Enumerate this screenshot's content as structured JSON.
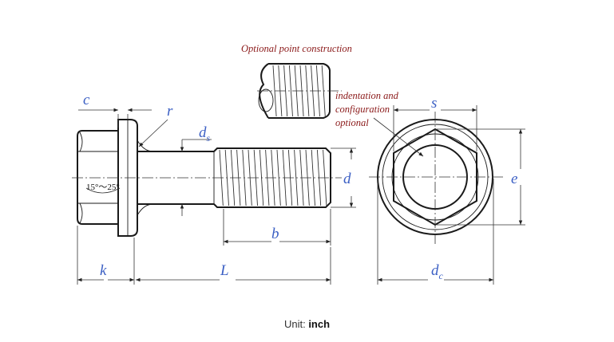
{
  "labels": {
    "optional_point": "Optional point construction",
    "indentation_line1": "indentation and",
    "indentation_line2": "configuration",
    "indentation_line3": "optional",
    "c": "c",
    "r": "r",
    "ds_main": "d",
    "ds_sub": "s",
    "d": "d",
    "b": "b",
    "k": "k",
    "L": "L",
    "s": "s",
    "e": "e",
    "dc_main": "d",
    "dc_sub": "c",
    "angle": "15°～25°"
  },
  "footer": {
    "unit_label": "Unit:",
    "unit_value": "inch"
  },
  "colors": {
    "dimension_label": "#3b5fc4",
    "note_label": "#8b1a1a",
    "line": "#1a1a1a"
  }
}
